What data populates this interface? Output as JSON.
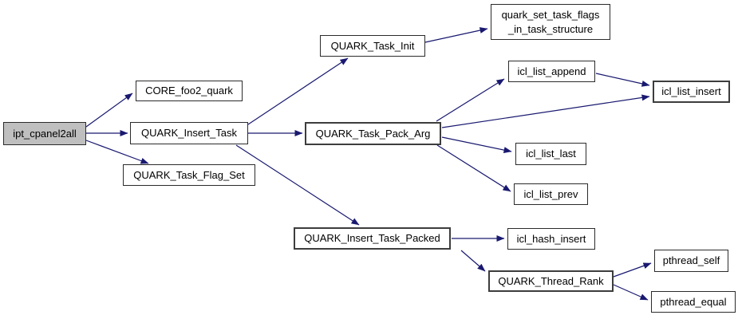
{
  "graph": {
    "type": "call-graph",
    "root": "ipt_cpanel2all",
    "colors": {
      "edge": "#191970",
      "node_border": "#2b2b2b",
      "node_fill": "#ffffff",
      "root_node_fill": "#bfbfbf",
      "text": "#000000",
      "background": "#ffffff"
    },
    "nodes": [
      {
        "id": "ipt_cpanel2all",
        "label": "ipt_cpanel2all"
      },
      {
        "id": "CORE_foo2_quark",
        "label": "CORE_foo2_quark"
      },
      {
        "id": "QUARK_Insert_Task",
        "label": "QUARK_Insert_Task"
      },
      {
        "id": "QUARK_Task_Flag_Set",
        "label": "QUARK_Task_Flag_Set"
      },
      {
        "id": "QUARK_Task_Init",
        "label": "QUARK_Task_Init"
      },
      {
        "id": "quark_set_task_flags_in_task_structure",
        "label": "quark_set_task_flags\n_in_task_structure"
      },
      {
        "id": "QUARK_Task_Pack_Arg",
        "label": "QUARK_Task_Pack_Arg"
      },
      {
        "id": "icl_list_append",
        "label": "icl_list_append"
      },
      {
        "id": "icl_list_insert",
        "label": "icl_list_insert"
      },
      {
        "id": "icl_list_last",
        "label": "icl_list_last"
      },
      {
        "id": "icl_list_prev",
        "label": "icl_list_prev"
      },
      {
        "id": "QUARK_Insert_Task_Packed",
        "label": "QUARK_Insert_Task_Packed"
      },
      {
        "id": "icl_hash_insert",
        "label": "icl_hash_insert"
      },
      {
        "id": "QUARK_Thread_Rank",
        "label": "QUARK_Thread_Rank"
      },
      {
        "id": "pthread_self",
        "label": "pthread_self"
      },
      {
        "id": "pthread_equal",
        "label": "pthread_equal"
      }
    ],
    "edges": [
      {
        "from": "ipt_cpanel2all",
        "to": "CORE_foo2_quark"
      },
      {
        "from": "ipt_cpanel2all",
        "to": "QUARK_Insert_Task"
      },
      {
        "from": "ipt_cpanel2all",
        "to": "QUARK_Task_Flag_Set"
      },
      {
        "from": "QUARK_Insert_Task",
        "to": "QUARK_Task_Init"
      },
      {
        "from": "QUARK_Insert_Task",
        "to": "QUARK_Task_Pack_Arg"
      },
      {
        "from": "QUARK_Insert_Task",
        "to": "QUARK_Insert_Task_Packed"
      },
      {
        "from": "QUARK_Task_Init",
        "to": "quark_set_task_flags_in_task_structure"
      },
      {
        "from": "QUARK_Task_Pack_Arg",
        "to": "icl_list_append"
      },
      {
        "from": "QUARK_Task_Pack_Arg",
        "to": "icl_list_insert"
      },
      {
        "from": "QUARK_Task_Pack_Arg",
        "to": "icl_list_last"
      },
      {
        "from": "QUARK_Task_Pack_Arg",
        "to": "icl_list_prev"
      },
      {
        "from": "icl_list_append",
        "to": "icl_list_insert"
      },
      {
        "from": "QUARK_Insert_Task_Packed",
        "to": "icl_hash_insert"
      },
      {
        "from": "QUARK_Insert_Task_Packed",
        "to": "QUARK_Thread_Rank"
      },
      {
        "from": "QUARK_Thread_Rank",
        "to": "pthread_self"
      },
      {
        "from": "QUARK_Thread_Rank",
        "to": "pthread_equal"
      }
    ]
  }
}
